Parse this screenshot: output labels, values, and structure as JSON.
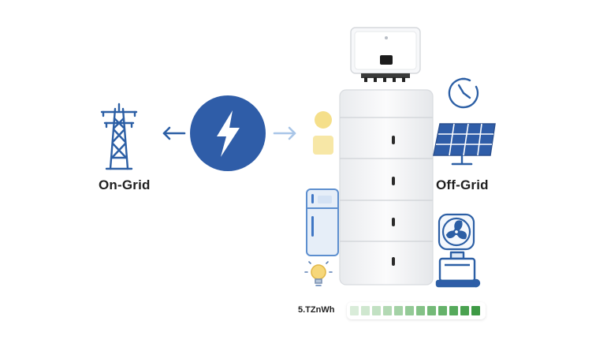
{
  "labels": {
    "on_grid": "On-Grid",
    "off_grid": "Off-Grid"
  },
  "capacity": {
    "text": "5.TZnWh",
    "segments": 12,
    "colors": [
      "#d9ecd9",
      "#cfe7cf",
      "#c2e1c3",
      "#b3d9b4",
      "#a4d2a6",
      "#94ca97",
      "#84c287",
      "#74ba78",
      "#65b26a",
      "#56aa5c",
      "#4aa250",
      "#3e9a45"
    ]
  },
  "colors": {
    "brand_blue": "#2f5da8",
    "icon_blue": "#2c5fa5",
    "light_blue": "#9dc0e6",
    "arrow_light": "#a9c6e8",
    "yellow": "#f5df8a",
    "battery_white": "#f4f5f7"
  },
  "icons": {
    "pylon": "power-pylon-icon",
    "lightning": "lightning-bolt-icon",
    "sun": "sun-icon",
    "fridge": "refrigerator-icon",
    "bulb": "light-bulb-icon",
    "clock": "clock-icon",
    "solar": "solar-panel-icon",
    "fan": "fan-icon",
    "generator": "generator-icon",
    "inverter": "inverter-icon",
    "battery": "battery-stack-icon"
  }
}
